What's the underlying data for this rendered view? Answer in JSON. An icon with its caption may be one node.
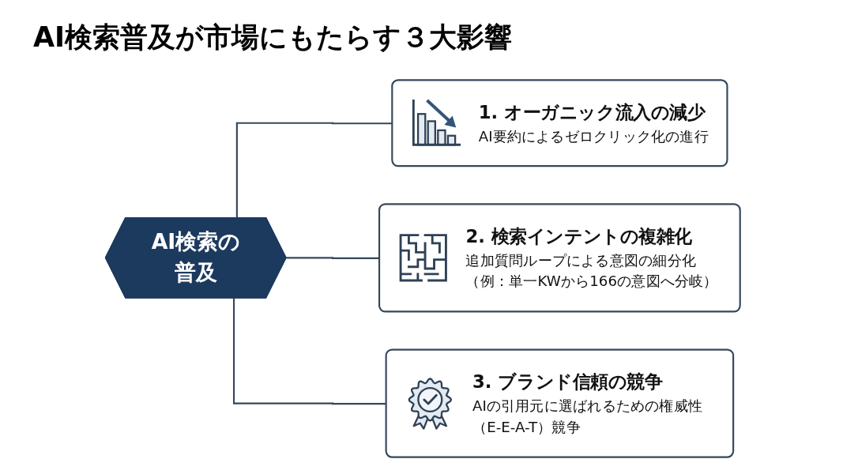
{
  "diagram": {
    "title": "AI検索普及が市場にもたらす３大影響",
    "nodes": [
      {
        "text": [
          "AI検索の普及"
        ]
      },
      {
        "text": [
          "1. オーガニック流入の減少",
          "AI要約によるゼロクリック化の進行"
        ]
      },
      {
        "text": [
          "2. 検索インテントの複雑化",
          "追加質問ループによる意図の細分化（例：単一KWから166の意図へ分岐）"
        ]
      },
      {
        "text": [
          "3. ブランド信頼の競争",
          "AIの引用元に選ばれるための権威性（E-E-A-T）競争"
        ]
      }
    ],
    "edges": [
      {
        "from": 0,
        "to": 1,
        "arrow": "none"
      },
      {
        "from": 0,
        "to": 2,
        "arrow": "none"
      },
      {
        "from": 0,
        "to": 3,
        "arrow": "none"
      }
    ]
  }
}
